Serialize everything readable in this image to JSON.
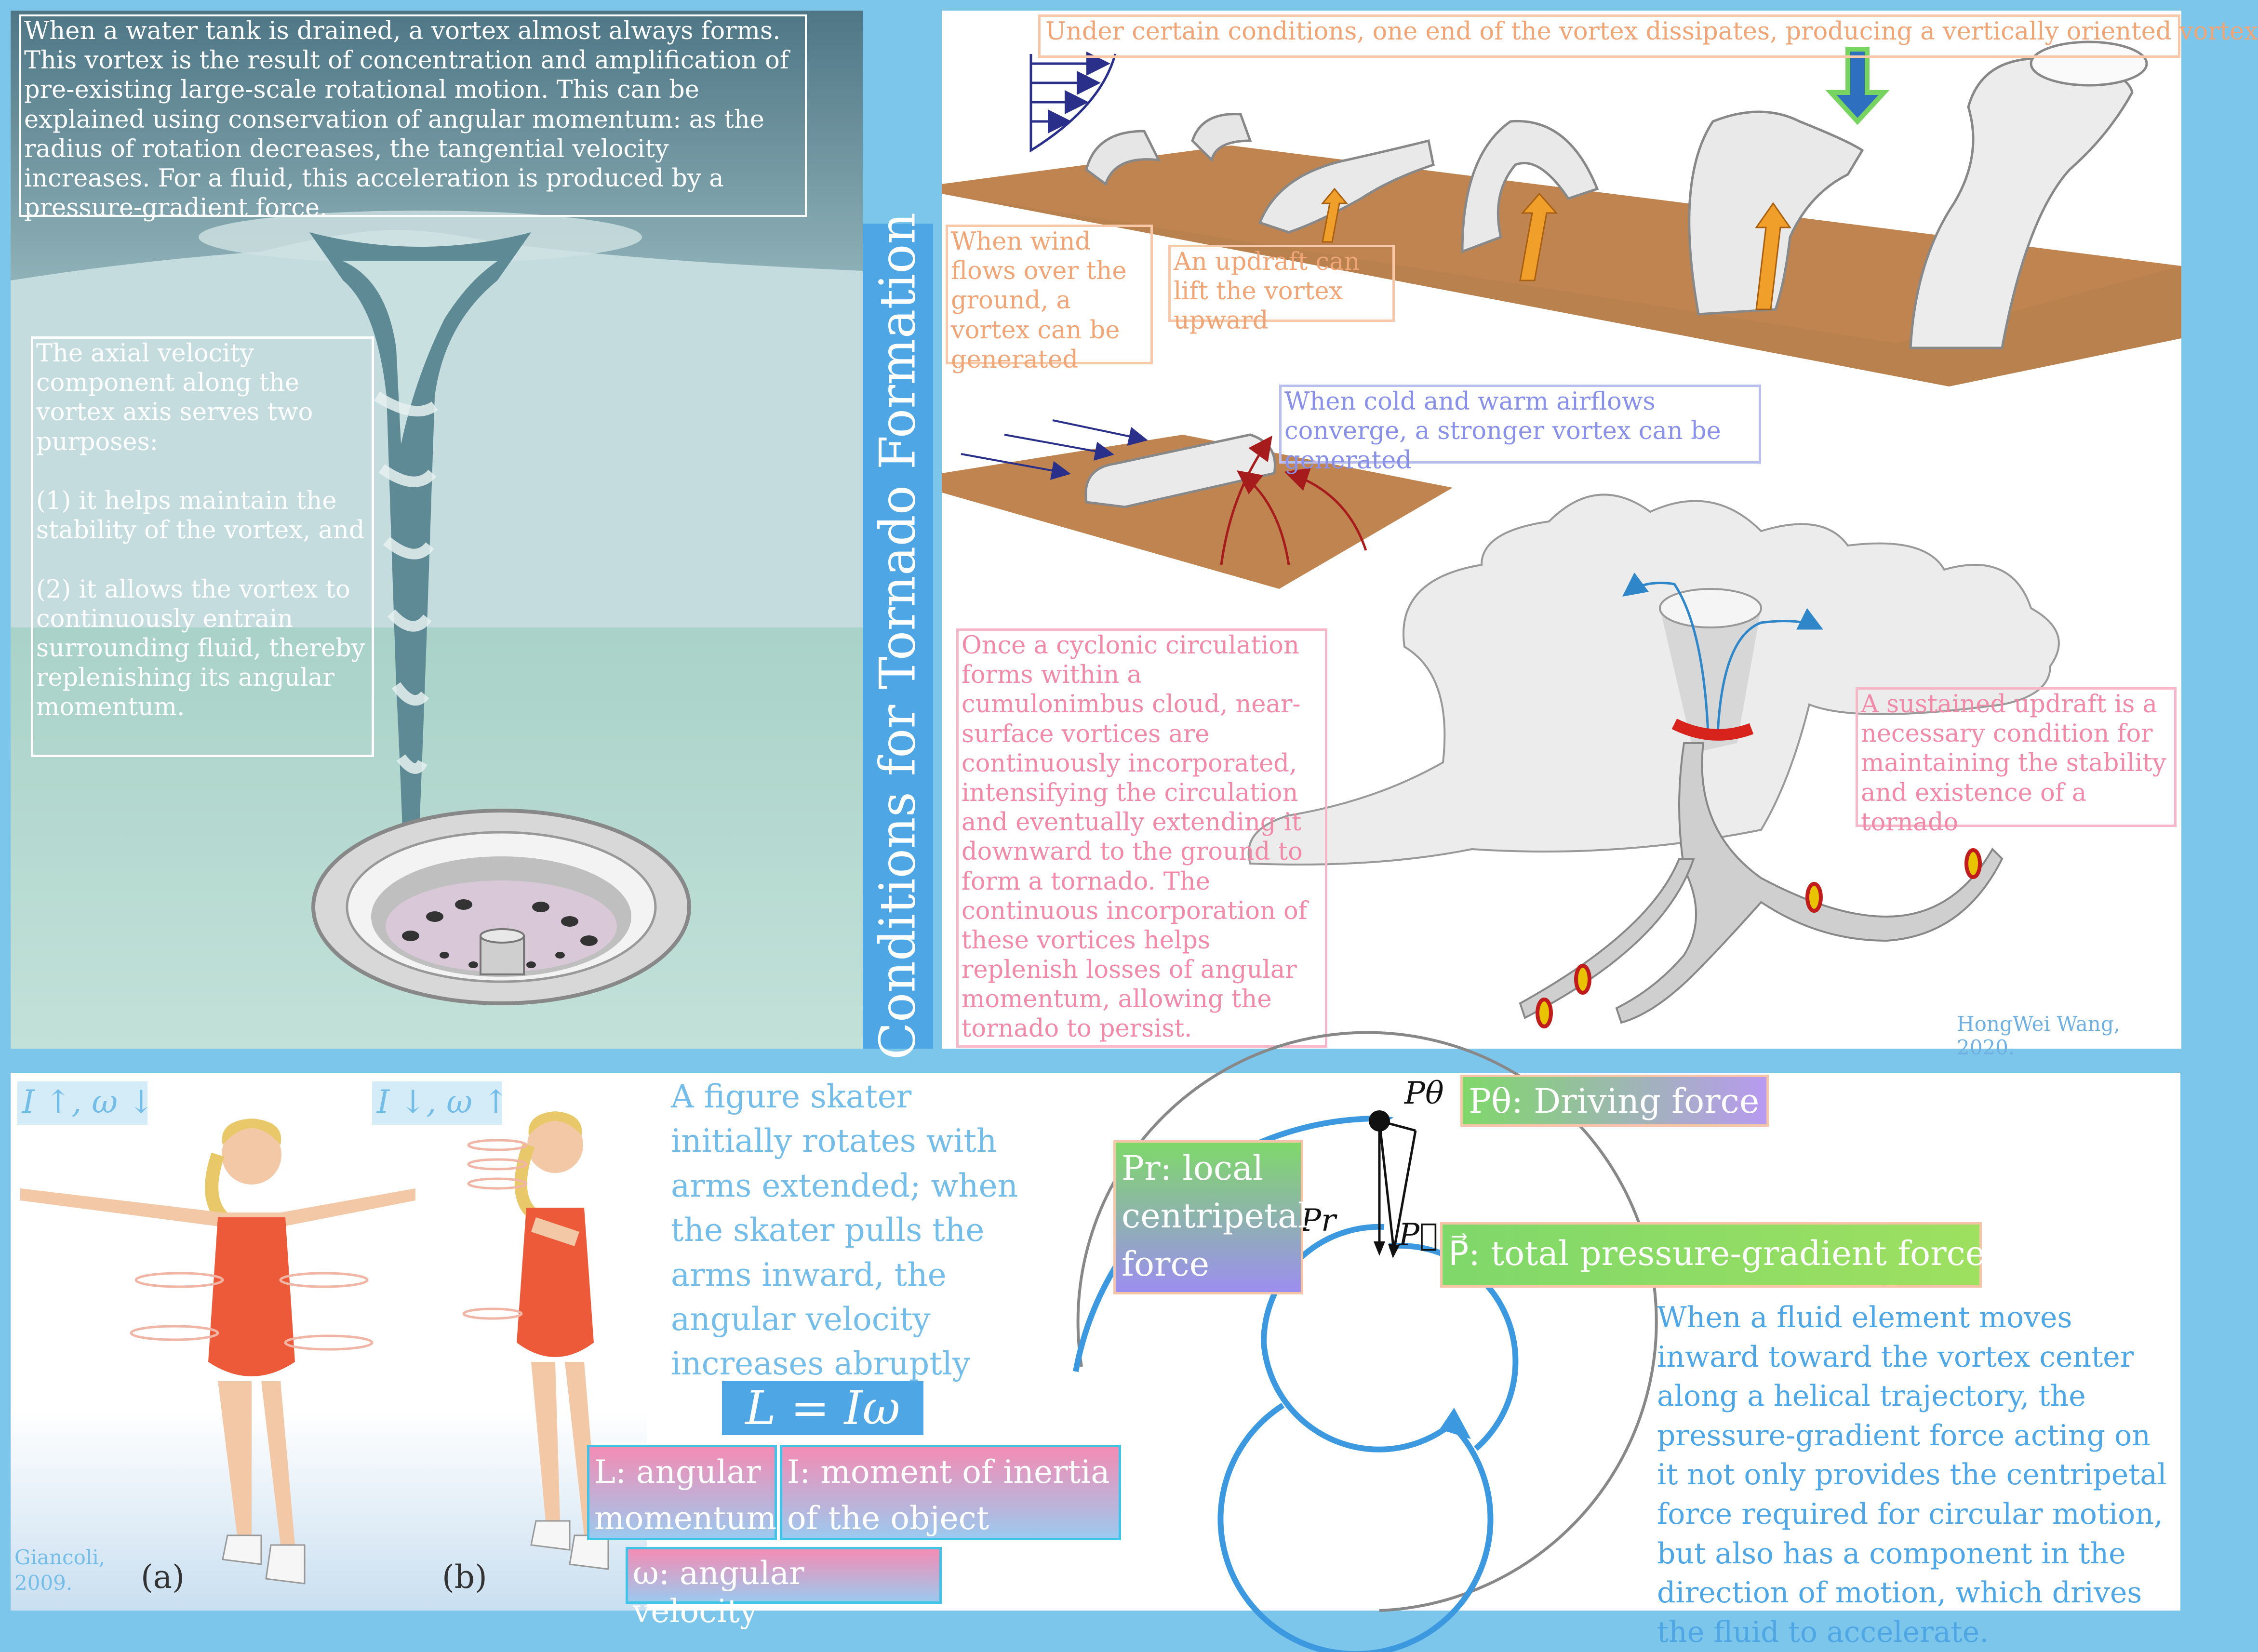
{
  "title": "Conditions for Tornado Formation",
  "tank_text": "When a water tank is drained, a vortex almost always forms. This vortex is the result of concentration and amplification of pre-existing large-scale rotational motion. This can be explained using conservation of angular momentum: as the radius of rotation decreases, the tangential velocity increases. For a fluid, this acceleration is produced by a pressure-gradient force.",
  "axial": {
    "intro": "The axial velocity component along the vortex axis serves two purposes:",
    "point1": "(1) it helps maintain the stability of the vortex, and",
    "point2": "(2) it allows the vortex to continuously entrain surrounding fluid, thereby replenishing its angular momentum."
  },
  "tornado": {
    "top_caption": "Under certain conditions, one end of the vortex dissipates, producing a vertically oriented vortex",
    "wind_caption": "When wind flows over the ground, a vortex can be generated",
    "updraft_caption": "An updraft can lift the vortex upward",
    "converge_caption": "When cold and warm airflows converge, a stronger vortex can be generated",
    "cyclonic_caption": "Once a cyclonic circulation forms within a cumulonimbus cloud, near-surface vortices are continuously incorporated, intensifying the circulation and eventually extending it downward to the ground to form a tornado. The continuous incorporation of these vortices helps replenish losses of angular momentum, allowing the tornado to persist.",
    "sustained_caption": "A sustained updraft is a necessary condition for maintaining the stability and existence of a tornado",
    "credit": "HongWei Wang, 2020."
  },
  "skater": {
    "label_a_formula": "I ↑, ω ↓",
    "label_b_formula": "I ↓, ω ↑",
    "label_a": "(a)",
    "label_b": "(b)",
    "credit": "Giancoli, 2009.",
    "description": "A figure skater initially rotates with arms extended; when the skater pulls the arms inward, the angular velocity increases abruptly",
    "formula": "L = Iω",
    "L_def": "L: angular momentum",
    "I_def": "I: moment of inertia of the object",
    "w_def": "ω: angular velocity"
  },
  "forces": {
    "p_theta_symbol": "Pθ",
    "p_theta_label": "Pθ: Driving force",
    "p_r_symbol": "Pr",
    "p_r_label": "Pr: local centripetal force",
    "p_symbol": "P⃗",
    "p_label": "P⃗: total pressure-gradient force",
    "description": "When a fluid element moves inward toward the vortex center along a helical trajectory, the pressure-gradient force acting on it not only provides the centripetal force required for circular motion, but also has a component in the direction of motion, which drives the fluid to accelerate."
  }
}
